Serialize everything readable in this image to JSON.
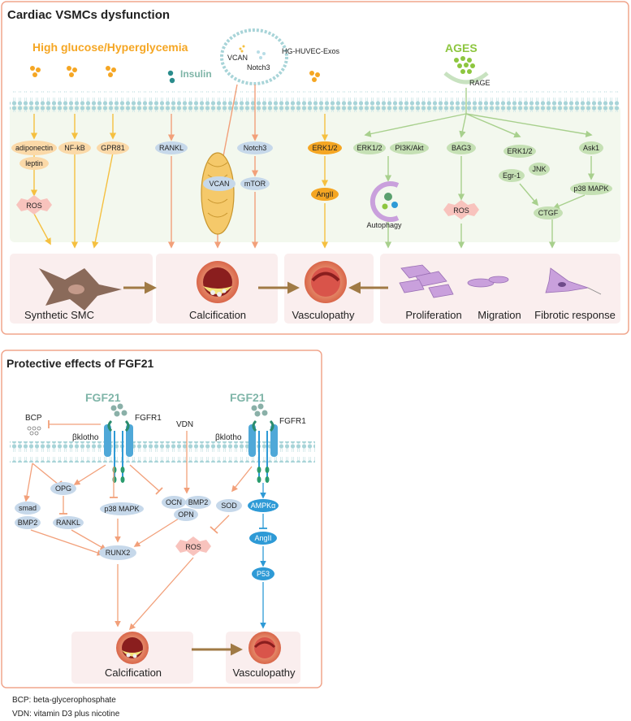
{
  "panel1": {
    "title": "Cardiac VSMCs dysfunction",
    "hyperglycemia": "High glucose/Hyperglycemia",
    "insulin": "Insulin",
    "exos_label": "HG-HUVEC-Exos",
    "vcan_small": "VCAN",
    "notch3_small": "Notch3",
    "ages": "AGES",
    "rage": "RAGE",
    "nodes": {
      "adiponectin": "adiponectin",
      "leptin": "leptin",
      "nfkb": "NF-kB",
      "gpr81": "GPR81",
      "ros1": "ROS",
      "rankl": "RANKL",
      "vcan": "VCAN",
      "notch3": "Notch3",
      "mtor": "mTOR",
      "erk_orange": "ERK1/2",
      "angii": "AngII",
      "erk_green": "ERK1/2",
      "pi3k": "PI3K/Akt",
      "autophagy": "Autophagy",
      "bag3": "BAG3",
      "ros2": "ROS",
      "erk_green2": "ERK1/2",
      "jnk": "JNK",
      "egr1": "Egr-1",
      "ask1": "Ask1",
      "p38": "p38 MAPK",
      "ctgf": "CTGF"
    },
    "outcomes": {
      "synthetic": "Synthetic SMC",
      "calcification": "Calcification",
      "vasculopathy": "Vasculopathy",
      "proliferation": "Proliferation",
      "migration": "Migration",
      "fibrotic": "Fibrotic response"
    }
  },
  "panel2": {
    "title": "Protective effects of FGF21",
    "fgf21_left": "FGF21",
    "fgf21_right": "FGF21",
    "fgfr1_left": "FGFR1",
    "fgfr1_right": "FGFR1",
    "bklotho_left": "βklotho",
    "bklotho_right": "βklotho",
    "bcp": "BCP",
    "vdn": "VDN",
    "nodes": {
      "opg": "OPG",
      "smad": "smad",
      "bmp2a": "BMP2",
      "rankl": "RANKL",
      "p38": "p38 MAPK",
      "ocn": "OCN",
      "bmp2b": "BMP2",
      "opn": "OPN",
      "runx2": "RUNX2",
      "sod": "SOD",
      "ros": "ROS",
      "ampk": "AMPKα",
      "angii": "AngII",
      "p53": "P53"
    },
    "outcomes": {
      "calcification": "Calcification",
      "vasculopathy": "Vasculopathy"
    }
  },
  "footnotes": {
    "bcp": "BCP: beta-glycerophosphate",
    "vdn": "VDN: vitamin D3 plus nicotine"
  },
  "colors": {
    "frame": "#f0a58c",
    "orange_arrow": "#f2a07a",
    "yellow_arrow": "#f5c040",
    "green_arrow": "#a8d08d",
    "blue_arrow": "#2e9ad6",
    "fgf21_text": "#7fb5a8",
    "ages_text": "#8dc63f",
    "hg_text": "#f5a623",
    "membrane": "#a8d4d8"
  }
}
